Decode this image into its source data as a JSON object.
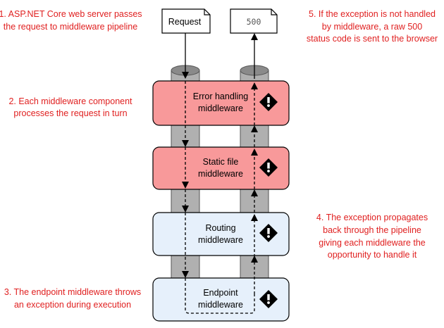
{
  "documents": {
    "request": "Request",
    "response": "500"
  },
  "middleware": [
    {
      "line1": "Error handling",
      "line2": "middleware",
      "state": "red"
    },
    {
      "line1": "Static file",
      "line2": "middleware",
      "state": "red"
    },
    {
      "line1": "Routing",
      "line2": "middleware",
      "state": "blue"
    },
    {
      "line1": "Endpoint",
      "line2": "middleware",
      "state": "blue"
    }
  ],
  "notes": {
    "n1": [
      "1. ASP.NET Core web server passes",
      "the request to middleware pipeline"
    ],
    "n2": [
      "2. Each middleware component",
      "processes the request in turn"
    ],
    "n3": [
      "3. The endpoint middleware throws",
      "an exception during execution"
    ],
    "n4": [
      "4. The exception propagates",
      "back through the pipeline",
      "giving each middleware the",
      "opportunity to handle it"
    ],
    "n5": [
      "5. If the exception is not handled",
      "by middleware, a raw 500",
      "status code is sent to the browser"
    ]
  },
  "colors": {
    "red_fill": "#f8999a",
    "blue_fill": "#e6f0fb",
    "pipe_fill": "#b0b0b0",
    "note_text": "#e02020"
  },
  "icons": {
    "warning": "warning-diamond-icon"
  }
}
